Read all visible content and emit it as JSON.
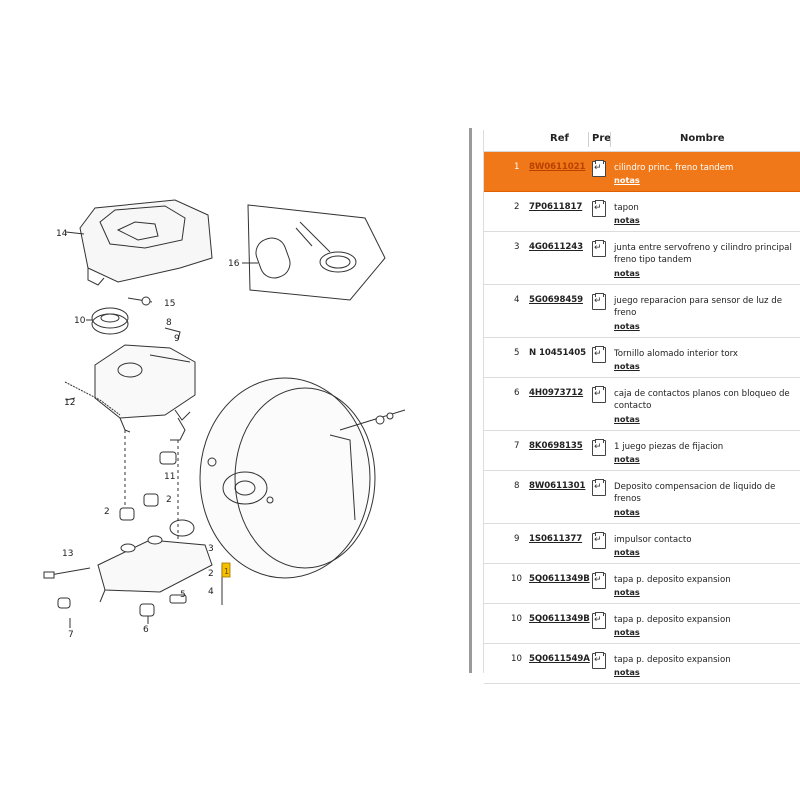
{
  "table": {
    "headers": {
      "ref": "Ref",
      "pre": "Pre",
      "name": "Nombre"
    },
    "notes_label": "notas",
    "rows": [
      {
        "num": "1",
        "ref": "8W0611021",
        "name": "cilindro princ. freno tandem",
        "selected": true
      },
      {
        "num": "2",
        "ref": "7P0611817",
        "name": "tapon"
      },
      {
        "num": "3",
        "ref": "4G0611243",
        "name": "junta entre servofreno y cilindro principal freno tipo tandem"
      },
      {
        "num": "4",
        "ref": "5G0698459",
        "name": "juego reparacion para sensor de luz de freno"
      },
      {
        "num": "5",
        "ref": "N 10451405",
        "name": "Tornillo alomado interior torx"
      },
      {
        "num": "6",
        "ref": "4H0973712",
        "name": "caja de contactos planos con bloqueo de contacto"
      },
      {
        "num": "7",
        "ref": "8K0698135",
        "name": "1 juego piezas de fijacion"
      },
      {
        "num": "8",
        "ref": "8W0611301",
        "name": "Deposito compensacion de liquido de frenos"
      },
      {
        "num": "9",
        "ref": "1S0611377",
        "name": "impulsor contacto"
      },
      {
        "num": "10",
        "ref": "5Q0611349B",
        "name": "tapa p. deposito expansion"
      },
      {
        "num": "10",
        "ref": "5Q0611349B",
        "name": "tapa p. deposito expansion"
      },
      {
        "num": "10",
        "ref": "5Q0611549A",
        "name": "tapa p. deposito expansion"
      }
    ]
  },
  "diagram": {
    "callouts": [
      "14",
      "16",
      "15",
      "10",
      "8",
      "9",
      "12",
      "11",
      "2",
      "2",
      "13",
      "3",
      "2",
      "4",
      "5",
      "6",
      "7"
    ],
    "highlight_marker": "1"
  },
  "colors": {
    "selected_row": "#f07818",
    "selected_ref": "#b84000"
  }
}
